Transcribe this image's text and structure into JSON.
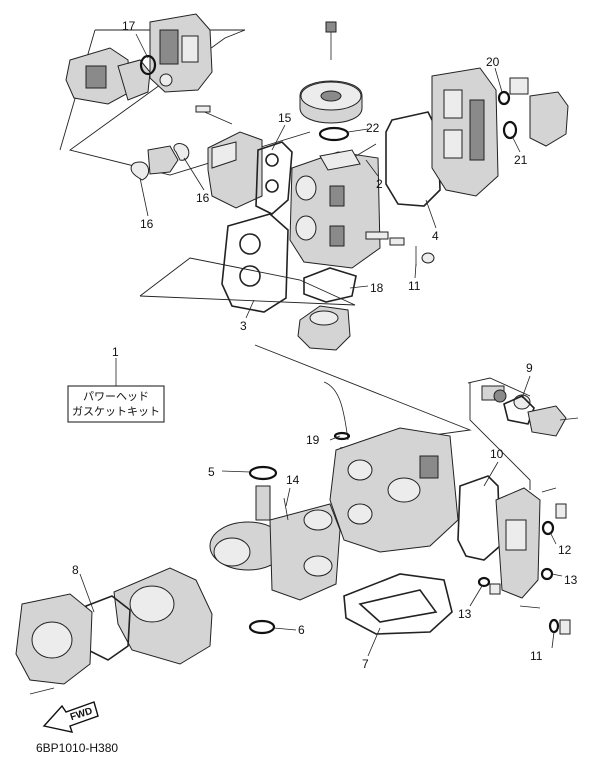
{
  "diagram": {
    "kit_box": {
      "line1": "パワーヘッド",
      "line2": "ガスケットキット"
    },
    "code": "6BP1010-H380",
    "fwd_label": "FWD",
    "callouts": [
      {
        "id": "c1",
        "text": "1"
      },
      {
        "id": "c2",
        "text": "2"
      },
      {
        "id": "c3",
        "text": "3"
      },
      {
        "id": "c4",
        "text": "4"
      },
      {
        "id": "c5",
        "text": "5"
      },
      {
        "id": "c6",
        "text": "6"
      },
      {
        "id": "c7",
        "text": "7"
      },
      {
        "id": "c8",
        "text": "8"
      },
      {
        "id": "c9",
        "text": "9"
      },
      {
        "id": "c10",
        "text": "10"
      },
      {
        "id": "c11a",
        "text": "11"
      },
      {
        "id": "c11b",
        "text": "11"
      },
      {
        "id": "c12",
        "text": "12"
      },
      {
        "id": "c13a",
        "text": "13"
      },
      {
        "id": "c13b",
        "text": "13"
      },
      {
        "id": "c14",
        "text": "14"
      },
      {
        "id": "c15",
        "text": "15"
      },
      {
        "id": "c16a",
        "text": "16"
      },
      {
        "id": "c16b",
        "text": "16"
      },
      {
        "id": "c17",
        "text": "17"
      },
      {
        "id": "c18",
        "text": "18"
      },
      {
        "id": "c19",
        "text": "19"
      },
      {
        "id": "c20",
        "text": "20"
      },
      {
        "id": "c21",
        "text": "21"
      },
      {
        "id": "c22",
        "text": "22"
      }
    ]
  }
}
